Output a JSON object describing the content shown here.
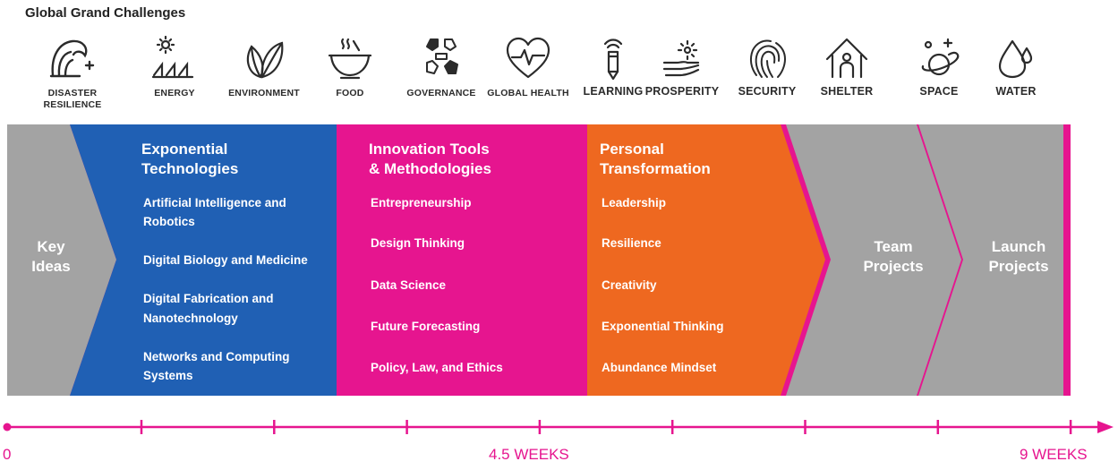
{
  "header": {
    "title": "Global Grand Challenges"
  },
  "challenges": [
    {
      "label": "DISASTER RESILIENCE",
      "icon": "wave-icon"
    },
    {
      "label": "ENERGY",
      "icon": "solar-panel-icon"
    },
    {
      "label": "ENVIRONMENT",
      "icon": "leaves-icon"
    },
    {
      "label": "FOOD",
      "icon": "bowl-icon"
    },
    {
      "label": "GOVERNANCE",
      "icon": "joined-hands-icon"
    },
    {
      "label": "GLOBAL HEALTH",
      "icon": "heart-pulse-icon"
    },
    {
      "label": "LEARNING",
      "icon": "pencil-signal-icon"
    },
    {
      "label": "PROSPERITY",
      "icon": "hand-sun-icon"
    },
    {
      "label": "SECURITY",
      "icon": "fingerprint-icon"
    },
    {
      "label": "SHELTER",
      "icon": "house-person-icon"
    },
    {
      "label": "SPACE",
      "icon": "planet-icon"
    },
    {
      "label": "WATER",
      "icon": "water-drop-icon"
    }
  ],
  "phases": {
    "key_ideas": {
      "label_line1": "Key",
      "label_line2": "Ideas"
    },
    "exponential": {
      "title_line1": "Exponential",
      "title_line2": "Technologies",
      "items": [
        "Artificial Intelligence and",
        "Robotics",
        "Digital Biology and Medicine",
        "Digital Fabrication and",
        "Nanotechnology",
        "Networks and Computing",
        "Systems"
      ]
    },
    "innovation": {
      "title_line1": "Innovation Tools",
      "title_line2": "& Methodologies",
      "items": [
        "Entrepreneurship",
        "Design Thinking",
        "Data Science",
        "Future Forecasting",
        "Policy, Law, and Ethics"
      ]
    },
    "personal": {
      "title_line1": "Personal",
      "title_line2": "Transformation",
      "items": [
        "Leadership",
        "Resilience",
        "Creativity",
        "Exponential Thinking",
        "Abundance Mindset"
      ]
    },
    "team": {
      "label_line1": "Team",
      "label_line2": "Projects"
    },
    "launch": {
      "label_line1": "Launch",
      "label_line2": "Projects"
    }
  },
  "timeline": {
    "start": "0",
    "mid": "4.5 WEEKS",
    "end": "9 WEEKS",
    "tick_count": 8
  },
  "colors": {
    "magenta": "#e6158f",
    "blue": "#2060b4",
    "orange": "#ee6820",
    "gray": "#a3a3a3"
  }
}
